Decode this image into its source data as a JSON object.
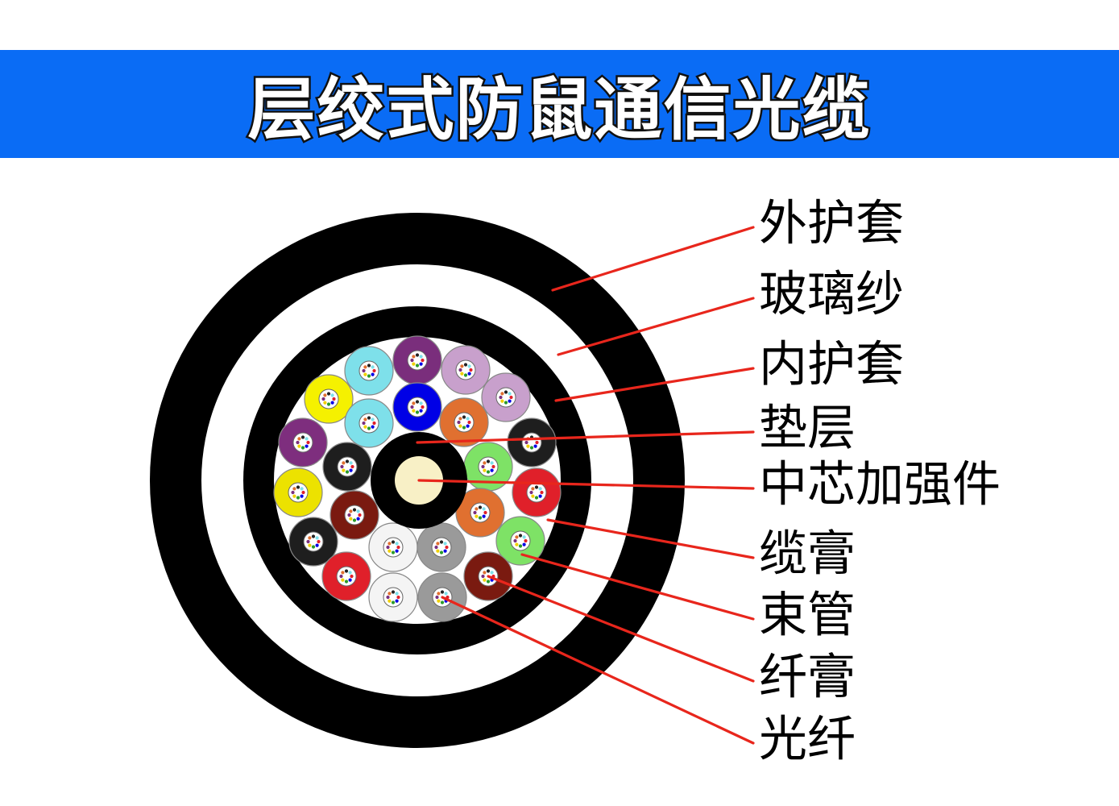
{
  "title": "层绞式防鼠通信光缆",
  "colors": {
    "banner": "#0a6cf5",
    "title_fill": "#ffffff",
    "title_outline": "#111111",
    "jacket": "#000000",
    "leader_line": "#e8261c",
    "core_member": "#f8f0c6",
    "fill_compound": "#ffffff"
  },
  "labels": [
    {
      "id": "outer-jacket",
      "text": "外护套"
    },
    {
      "id": "glass-yarn",
      "text": "玻璃纱"
    },
    {
      "id": "inner-jacket",
      "text": "内护套"
    },
    {
      "id": "cushion-layer",
      "text": "垫层"
    },
    {
      "id": "central-strength-member",
      "text": "中芯加强件"
    },
    {
      "id": "cable-filling-compound",
      "text": "缆膏"
    },
    {
      "id": "loose-tube",
      "text": "束管"
    },
    {
      "id": "fiber-gel",
      "text": "纤膏"
    },
    {
      "id": "optical-fiber",
      "text": "光纤"
    }
  ],
  "tubes": [
    {
      "color": "#7a2e7c"
    },
    {
      "color": "#c8a0cc"
    },
    {
      "color": "#7ee0ea"
    },
    {
      "color": "#f5f100"
    },
    {
      "color": "#0000e6"
    },
    {
      "color": "#e07030"
    },
    {
      "color": "#7e2e7e"
    },
    {
      "color": "#c8a0cc"
    },
    {
      "color": "#7ee0ea"
    },
    {
      "color": "#1e1e1e"
    },
    {
      "color": "#1e1e1e"
    },
    {
      "color": "#7ee266"
    },
    {
      "color": "#ece200"
    },
    {
      "color": "#e0202a"
    },
    {
      "color": "#7a1a10"
    },
    {
      "color": "#e07030"
    },
    {
      "color": "#1e1e1e"
    },
    {
      "color": "#f4f4f4"
    },
    {
      "color": "#9a9a9a"
    },
    {
      "color": "#7ee266"
    },
    {
      "color": "#e0202a"
    },
    {
      "color": "#f4f4f4"
    },
    {
      "color": "#9a9a9a"
    },
    {
      "color": "#7a1a10"
    }
  ]
}
